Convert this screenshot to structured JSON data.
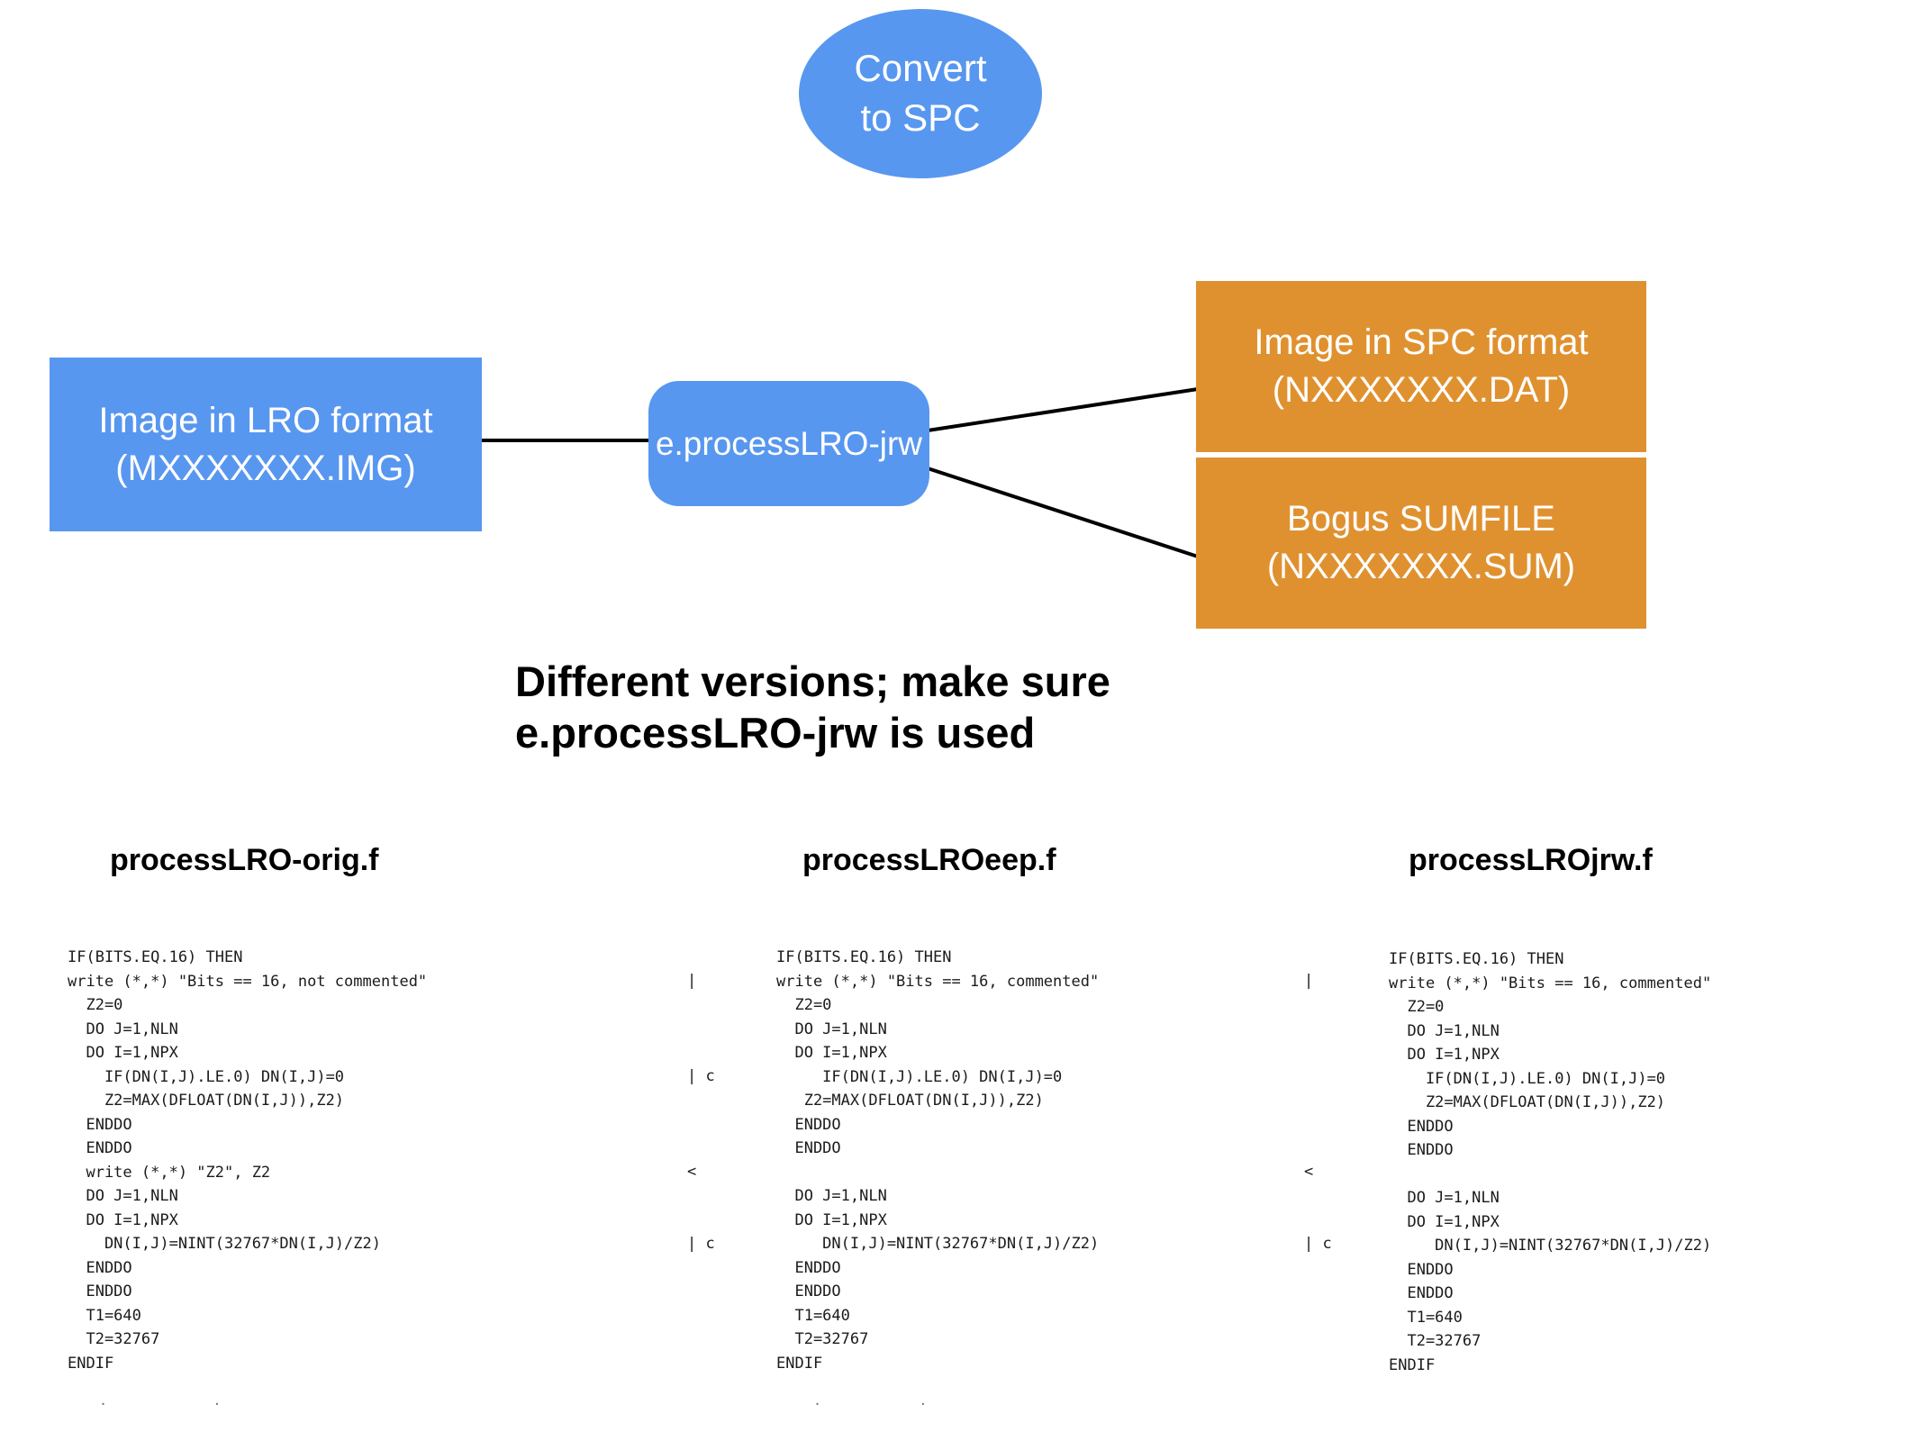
{
  "diagram": {
    "ellipse_label": "Convert\nto SPC",
    "lro_box_label": "Image in LRO format\n(MXXXXXXX.IMG)",
    "process_box_label": "e.processLRO-jrw",
    "spc_box_label": "Image in SPC format\n(NXXXXXXX.DAT)",
    "sum_box_label": "Bogus SUMFILE\n(NXXXXXXX.SUM)"
  },
  "note": "Different versions; make sure\ne.processLRO-jrw is used",
  "colors": {
    "blue": "#5897F0",
    "orange": "#E0912F",
    "line": "#000000"
  },
  "panels": [
    {
      "title": "processLRO-orig.f",
      "code": "IF(BITS.EQ.16) THEN\nwrite (*,*) \"Bits == 16, not commented\"\n  Z2=0\n  DO J=1,NLN\n  DO I=1,NPX\n    IF(DN(I,J).LE.0) DN(I,J)=0\n    Z2=MAX(DFLOAT(DN(I,J)),Z2)\n  ENDDO\n  ENDDO\n  write (*,*) \"Z2\", Z2\n  DO J=1,NLN\n  DO I=1,NPX\n    DN(I,J)=NINT(32767*DN(I,J)/Z2)\n  ENDDO\n  ENDDO\n  T1=640\n  T2=32767\nENDIF"
    },
    {
      "title": "processLROeep.f",
      "code": "IF(BITS.EQ.16) THEN\nwrite (*,*) \"Bits == 16, commented\"\n  Z2=0\n  DO J=1,NLN\n  DO I=1,NPX\n     IF(DN(I,J).LE.0) DN(I,J)=0\n   Z2=MAX(DFLOAT(DN(I,J)),Z2)\n  ENDDO\n  ENDDO\n\n  DO J=1,NLN\n  DO I=1,NPX\n     DN(I,J)=NINT(32767*DN(I,J)/Z2)\n  ENDDO\n  ENDDO\n  T1=640\n  T2=32767\nENDIF"
    },
    {
      "title": "processLROjrw.f",
      "code": "IF(BITS.EQ.16) THEN\nwrite (*,*) \"Bits == 16, commented\"\n  Z2=0\n  DO J=1,NLN\n  DO I=1,NPX\n    IF(DN(I,J).LE.0) DN(I,J)=0\n    Z2=MAX(DFLOAT(DN(I,J)),Z2)\n  ENDDO\n  ENDDO\n\n  DO J=1,NLN\n  DO I=1,NPX\n     DN(I,J)=NINT(32767*DN(I,J)/Z2)\n  ENDDO\n  ENDDO\n  T1=640\n  T2=32767\nENDIF"
    }
  ],
  "diff_markers": {
    "set1": [
      "|",
      "| c",
      "<",
      "| c"
    ],
    "set2": [
      "|",
      "<",
      "| c"
    ]
  },
  "footer_dots": {
    "col1": ".             .",
    "col2": ".            ."
  }
}
